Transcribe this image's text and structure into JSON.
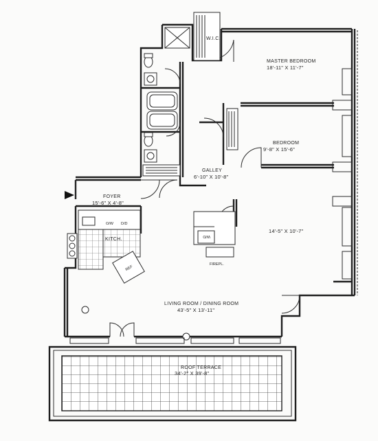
{
  "rooms": {
    "master_bedroom": {
      "name": "MASTER BEDROOM",
      "dims": "18'-11\" X 11'-7\""
    },
    "bedroom": {
      "name": "BEDROOM",
      "dims": "9'-8\" X 15'-6\""
    },
    "wic": {
      "name": "W.I.C."
    },
    "galley": {
      "name": "GALLEY",
      "dims": "6'-10\" X 10'-8\""
    },
    "foyer": {
      "name": "FOYER",
      "dims": "15'-6\" X 4'-8\""
    },
    "den": {
      "dims": "14'-5\" X 10'-7\""
    },
    "kitchen": {
      "name": "KITCH."
    },
    "living_dining": {
      "name": "LIVING ROOM / DINING ROOM",
      "dims": "43'-5\" X 13'-11\""
    },
    "terrace": {
      "name": "ROOF TERRACE",
      "dims": "34'-2\" X 39'-8\""
    }
  },
  "fixtures": {
    "oven": "O/W",
    "dishwasher": "D/D",
    "fireplace": "FIREPL.",
    "fridge": "REF",
    "washer_dryer": "W/D"
  }
}
